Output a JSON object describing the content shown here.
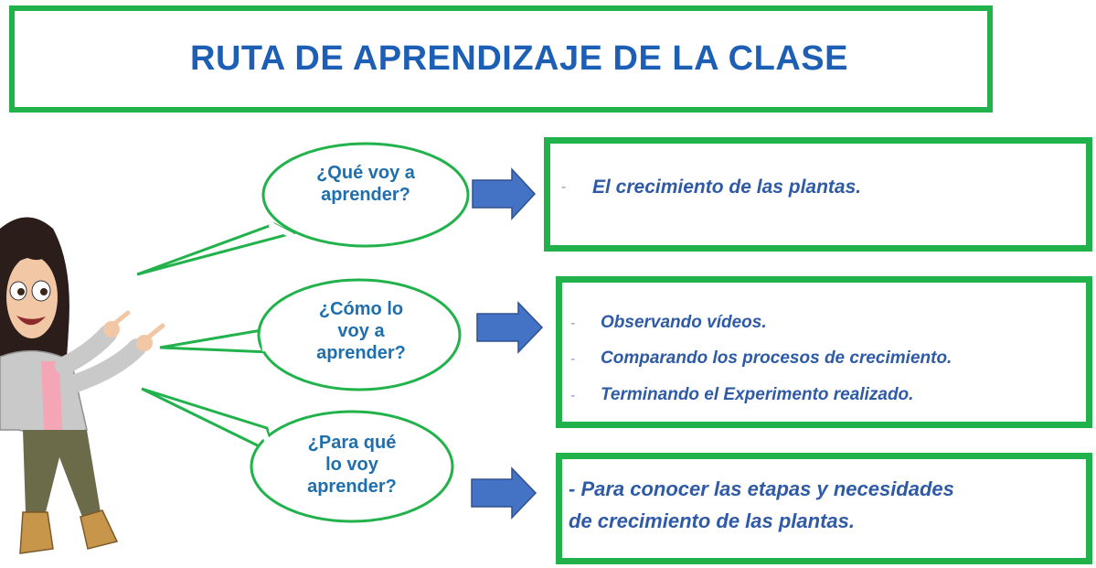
{
  "title": "RUTA DE APRENDIZAJE DE LA CLASE",
  "questions": [
    {
      "label": "¿Qué voy a\naprender?"
    },
    {
      "label": "¿Cómo lo\nvoy a\naprender?"
    },
    {
      "label": "¿Para qué\nlo voy\naprender?"
    }
  ],
  "answers": {
    "what": {
      "items": [
        "El crecimiento de las plantas."
      ]
    },
    "how": {
      "items": [
        "Observando vídeos.",
        "Comparando los procesos de crecimiento.",
        "Terminando el Experimento realizado."
      ]
    },
    "why": {
      "lines": [
        "- Para conocer las etapas y necesidades",
        "de crecimiento de las plantas."
      ]
    }
  },
  "colors": {
    "box_border": "#22b24c",
    "title": "#1c5fb4",
    "question_text": "#1f6fae",
    "answer_text": "#2e5aa6",
    "arrow_fill": "#4472c4",
    "arrow_stroke": "#2f528f"
  },
  "character": {
    "icon": "teacher-avatar-icon"
  }
}
